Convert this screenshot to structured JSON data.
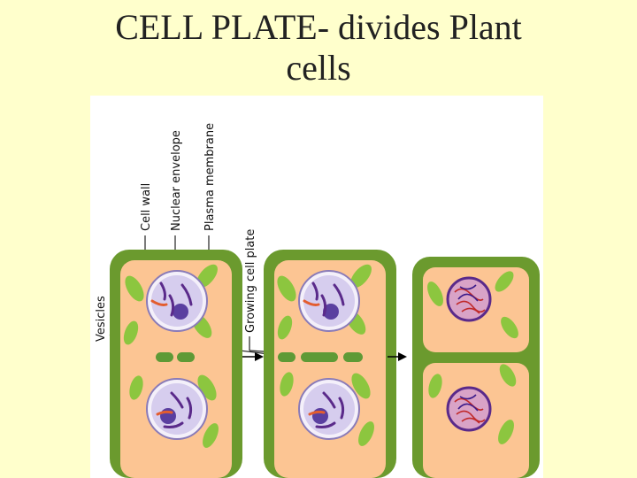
{
  "slide": {
    "title_line1": "CELL PLATE- divides Plant",
    "title_line2": "cells"
  },
  "diagram": {
    "labels": {
      "cell_wall": "Cell wall",
      "nuclear_envelope": "Nuclear envelope",
      "plasma_membrane": "Plasma membrane",
      "growing_cell_plate": "Growing cell plate",
      "vesicles": "Vesicles"
    },
    "colors": {
      "slide_background": "#ffffcc",
      "cell_wall": "#6b9a2e",
      "cytoplasm": "#fcc593",
      "chloroplast": "#8cc63f",
      "nucleus": "#d6cdee",
      "chromosome": "#5a2a8a",
      "nucleolus": "#5a3fa0",
      "vesicle": "#5e9a36",
      "arrow": "#000000"
    }
  }
}
